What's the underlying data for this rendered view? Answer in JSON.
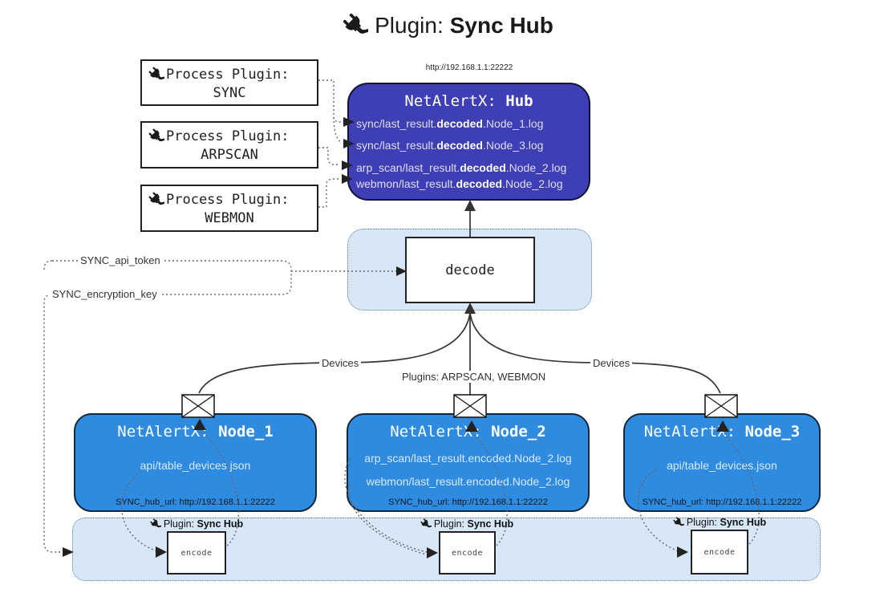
{
  "title": {
    "icon": "plug-icon",
    "prefix": "Plugin: ",
    "name": "Sync Hub"
  },
  "process_plugins": [
    {
      "label": "Process Plugin:",
      "name": "SYNC"
    },
    {
      "label": "Process Plugin:",
      "name": "ARPSCAN"
    },
    {
      "label": "Process Plugin:",
      "name": "WEBMON"
    }
  ],
  "hub": {
    "url": "http://192.168.1.1:22222",
    "title_prefix": "NetAlertX: ",
    "title_name": "Hub",
    "lines": [
      {
        "pre": "sync/last_result.",
        "bold": "decoded",
        "post": ".Node_1.log"
      },
      {
        "pre": "sync/last_result.",
        "bold": "decoded",
        "post": ".Node_3.log"
      },
      {
        "pre": "arp_scan/last_result.",
        "bold": "decoded",
        "post": ".Node_2.log"
      },
      {
        "pre": "webmon/last_result.",
        "bold": "decoded",
        "post": ".Node_2.log"
      }
    ]
  },
  "decode": {
    "label": "decode"
  },
  "settings": {
    "api_token": "SYNC_api_token",
    "encryption_key": "SYNC_encryption_key"
  },
  "edges": {
    "devices_left": "Devices",
    "devices_right": "Devices",
    "plugins": "Plugins: ARPSCAN, WEBMON"
  },
  "nodes": [
    {
      "title_prefix": "NetAlertX: ",
      "title_name": "Node_1",
      "lines": [
        "api/table_devices.json"
      ],
      "hub_url": "SYNC_hub_url: http://192.168.1.1:22222"
    },
    {
      "title_prefix": "NetAlertX: ",
      "title_name": "Node_2",
      "lines": [
        "arp_scan/last_result.encoded.Node_2.log",
        "webmon/last_result.encoded.Node_2.log"
      ],
      "hub_url": "SYNC_hub_url: http://192.168.1.1:22222"
    },
    {
      "title_prefix": "NetAlertX: ",
      "title_name": "Node_3",
      "lines": [
        "api/table_devices.json"
      ],
      "hub_url": "SYNC_hub_url: http://192.168.1.1:22222"
    }
  ],
  "encoders": [
    {
      "prefix": "Plugin: ",
      "name": "Sync Hub",
      "box": "encode"
    },
    {
      "prefix": "Plugin: ",
      "name": "Sync Hub",
      "box": "encode"
    },
    {
      "prefix": "Plugin: ",
      "name": "Sync Hub",
      "box": "encode"
    }
  ],
  "colors": {
    "hub_fill": "#3E3EB5",
    "node_fill": "#2E8BDF",
    "panel_fill": "#D7E7F7",
    "panel_border": "#567A9B",
    "solid_line": "#333333",
    "dotted_line": "#666666"
  }
}
